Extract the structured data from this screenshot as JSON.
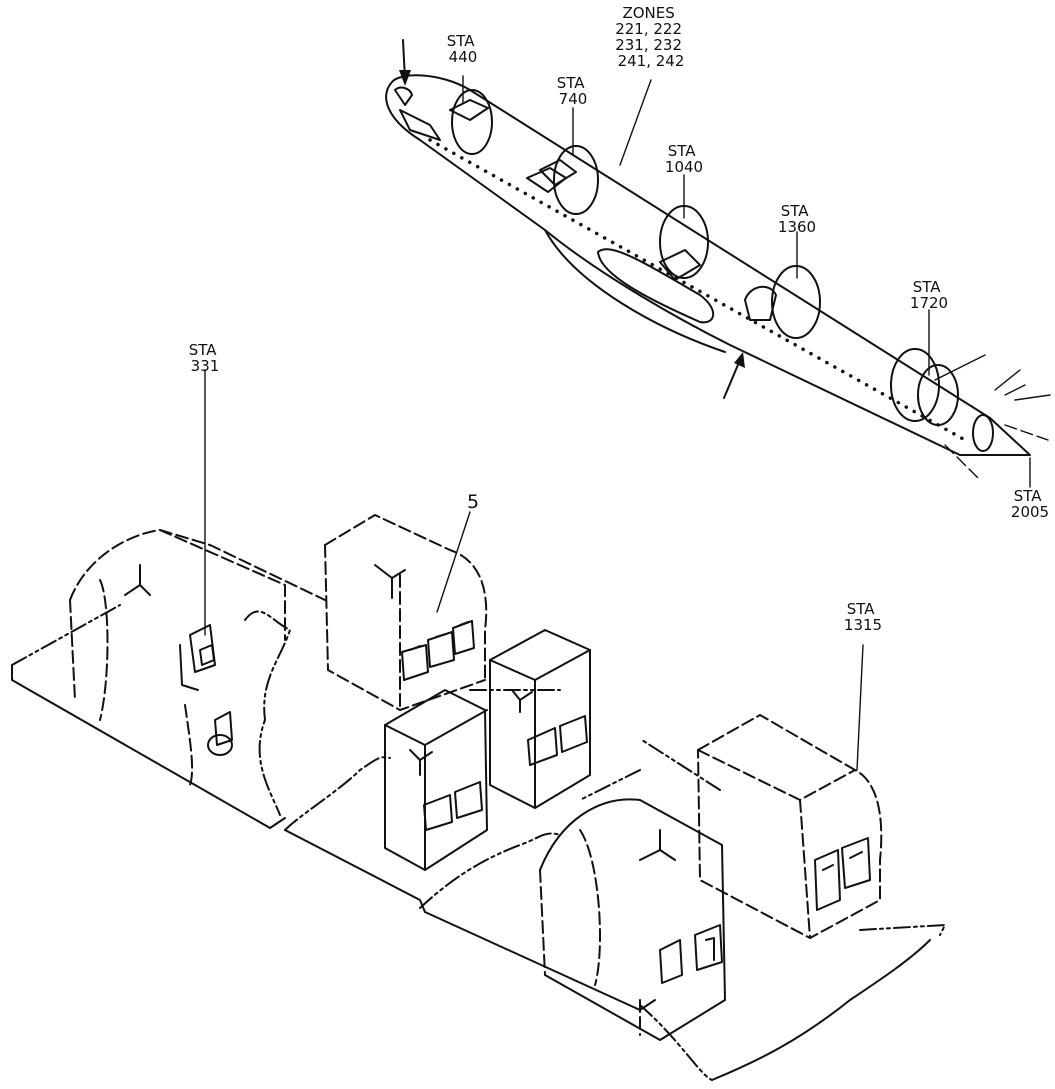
{
  "labels": {
    "sta_440": [
      "STA",
      "440"
    ],
    "sta_740": [
      "STA",
      "740"
    ],
    "zones": [
      "ZONES",
      "221, 222",
      "231, 232",
      "241, 242"
    ],
    "sta_1040": [
      "STA",
      "1040"
    ],
    "sta_1360": [
      "STA",
      "1360"
    ],
    "sta_1720": [
      "STA",
      "1720"
    ],
    "sta_2005": [
      "STA",
      "2005"
    ],
    "sta_331": [
      "STA",
      "331"
    ],
    "sta_1315": [
      "STA",
      "1315"
    ],
    "item_5": "5"
  }
}
